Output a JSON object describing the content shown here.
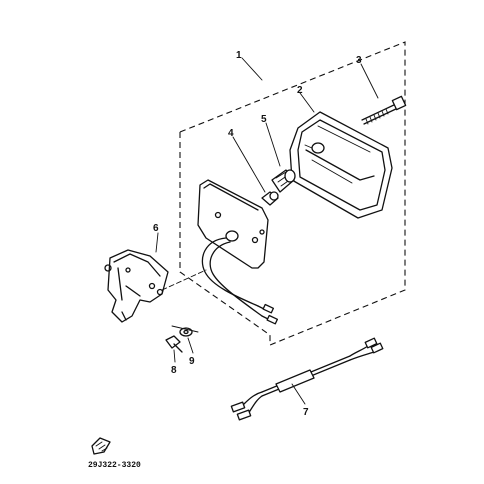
{
  "callouts": {
    "c1": "1",
    "c2": "2",
    "c3": "3",
    "c4": "4",
    "c5": "5",
    "c6": "6",
    "c7": "7",
    "c8": "8",
    "c9": "9"
  },
  "drawing_code": "29J322-3320"
}
